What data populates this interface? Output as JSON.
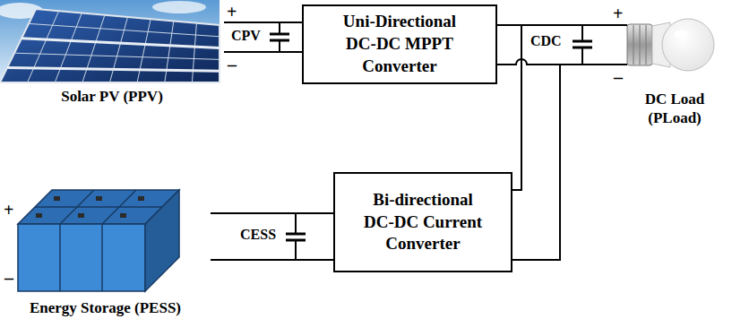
{
  "diagram": {
    "nodes": [
      {
        "text": [
          "Solar PV (PPV)"
        ]
      },
      {
        "text": [
          "Uni-Directional DC-DC MPPT Converter"
        ]
      },
      {
        "text": [
          "DC Load (PLoad)"
        ]
      },
      {
        "text": [
          "Energy Storage (PESS)"
        ]
      },
      {
        "text": [
          "Bi-directional DC-DC Current Converter"
        ]
      }
    ],
    "edges": [
      {
        "from": 0,
        "to": 1,
        "arrow": "none"
      },
      {
        "from": 1,
        "to": 2,
        "arrow": "none"
      },
      {
        "from": 3,
        "to": 4,
        "arrow": "none"
      },
      {
        "from": 4,
        "to": 2,
        "arrow": "none"
      }
    ],
    "labels": [
      "+",
      "–",
      "CPV",
      "CDC",
      "+",
      "–",
      "CESS",
      "+",
      "–"
    ]
  }
}
